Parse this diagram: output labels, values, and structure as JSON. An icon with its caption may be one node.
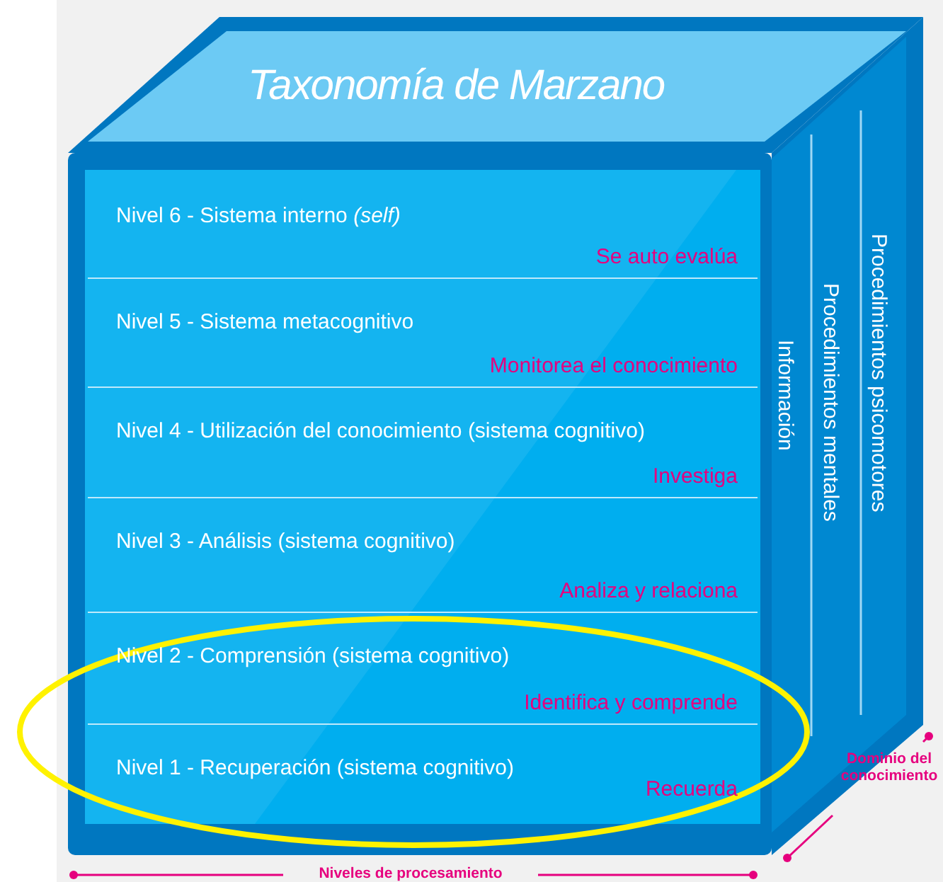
{
  "diagram": {
    "title": "Taxonomía de Marzano",
    "nodes": [
      {
        "text": [
          "Nivel 6 - Sistema interno *(self)*",
          "Se auto evalúa"
        ]
      },
      {
        "text": [
          "Nivel 5 - Sistema metacognitivo",
          "Monitorea el conocimiento"
        ]
      },
      {
        "text": [
          "Nivel 4 - Utilización del conocimiento  (sistema cognitivo)",
          "Investiga"
        ]
      },
      {
        "text": [
          "Nivel 3 - Análisis (sistema cognitivo)",
          "Analiza y relaciona"
        ]
      },
      {
        "text": [
          "Nivel 2 - Comprensión (sistema cognitivo)",
          "Identifica y comprende"
        ]
      },
      {
        "text": [
          "Nivel 1 - Recuperación (sistema cognitivo)",
          "Recuerda"
        ]
      },
      {
        "text": [
          "Información"
        ]
      },
      {
        "text": [
          "Procedimientos mentales"
        ]
      },
      {
        "text": [
          "Procedimientos psicomotores"
        ]
      }
    ],
    "labels": [
      "Dominio del conocimiento",
      "Niveles de procesamiento"
    ]
  }
}
